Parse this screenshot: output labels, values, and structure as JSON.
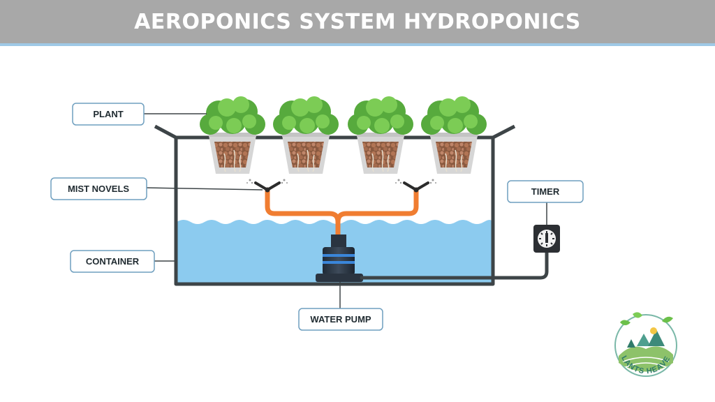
{
  "title": "AEROPONICS SYSTEM HYDROPONICS",
  "labels": {
    "plant": "PLANT",
    "mist": "MIST NOVELS",
    "container": "CONTAINER",
    "pump": "WATER PUMP",
    "timer": "TIMER"
  },
  "logo": {
    "text": "PLANTS HEAVEN"
  },
  "colors": {
    "water": "#8ccbef",
    "pipe": "#f07d31",
    "plant_green": "#6cc04a",
    "pot": "#d6d6d6",
    "clay": "#a66a4c",
    "frame": "#3d4447"
  }
}
